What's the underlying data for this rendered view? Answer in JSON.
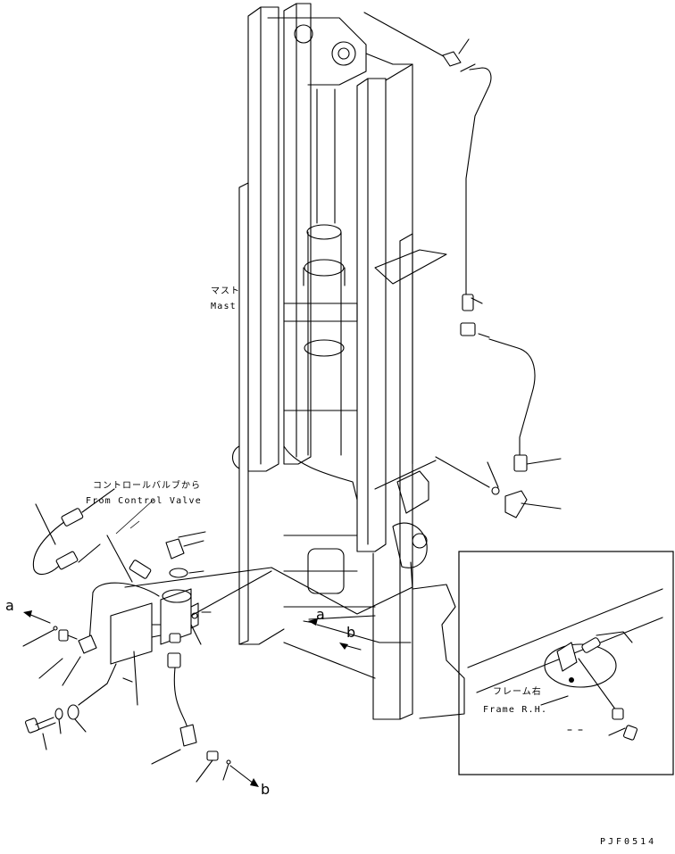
{
  "labels": {
    "mast_jp": "マスト",
    "mast_en": "Mast",
    "from_control_valve_jp": "コントロールバルブから",
    "from_control_valve_en": "From Control Valve",
    "frame_rh_jp": "フレーム右",
    "frame_rh_en": "Frame R.H."
  },
  "markers": {
    "a": "a",
    "b": "b"
  },
  "drawing_code": "PJF0514"
}
